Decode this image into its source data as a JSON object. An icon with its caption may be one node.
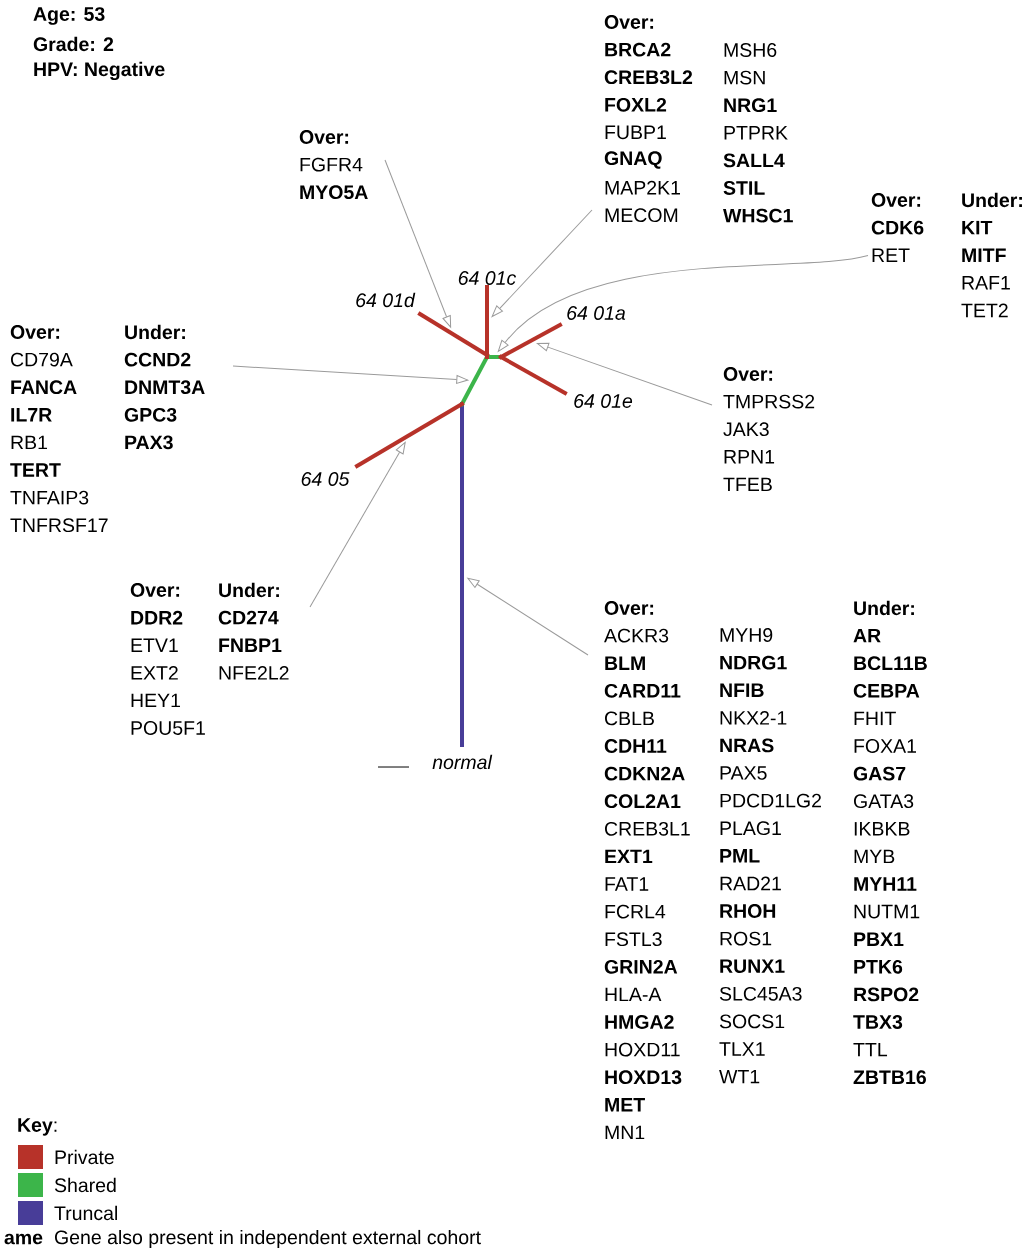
{
  "diagram": {
    "nodes": [
      {
        "text": [
          "Over:",
          "FGFR4",
          "**MYO5A**"
        ]
      },
      {
        "text": [
          "Over:",
          "**BRCA2**",
          "**CREB3L2**",
          "**FOXL2**",
          "FUBP1",
          "**GNAQ**",
          "MAP2K1",
          "MECOM",
          "MSH6",
          "MSN",
          "**NRG1**",
          "PTPRK",
          "**SALL4**",
          "**STIL**",
          "**WHSC1**"
        ]
      },
      {
        "text": [
          "Over:",
          "**CDK6**",
          "RET",
          "Under:",
          "**KIT**",
          "**MITF**",
          "RAF1",
          "TET2"
        ]
      },
      {
        "text": [
          "Over:",
          "CD79A",
          "**FANCA**",
          "**IL7R**",
          "RB1",
          "**TERT**",
          "TNFAIP3",
          "TNFRSF17",
          "Under:",
          "**CCND2**",
          "**DNMT3A**",
          "**GPC3**",
          "**PAX3**"
        ]
      },
      {
        "text": [
          "Over:",
          "TMPRSS2",
          "JAK3",
          "RPN1",
          "TFEB"
        ]
      },
      {
        "text": [
          "Over:",
          "**DDR2**",
          "ETV1",
          "EXT2",
          "HEY1",
          "POU5F1",
          "Under:",
          "**CD274**",
          "**FNBP1**",
          "NFE2L2"
        ]
      },
      {
        "text": [],
        "shape": "bar",
        "beside": [
          "normal"
        ]
      },
      {
        "text": [],
        "shape": "bar"
      },
      {
        "text": [],
        "shape": "bar"
      },
      {
        "text": [],
        "shape": "bar",
        "beside": [
          "64 01c"
        ]
      },
      {
        "text": [],
        "shape": "bar",
        "beside": [
          "64 01d"
        ]
      },
      {
        "text": [],
        "shape": "bar",
        "beside": [
          "64 01a"
        ]
      },
      {
        "text": [],
        "shape": "bar",
        "beside": [
          "64 01e"
        ]
      },
      {
        "text": [],
        "shape": "bar",
        "beside": [
          "64 05"
        ]
      },
      {
        "text": [
          "Over:",
          "ACKR3",
          "**BLM**",
          "**CARD11**",
          "CBLB",
          "**CDH11**",
          "**CDKN2A**",
          "**COL2A1**",
          "CREB3L1",
          "**EXT1**",
          "FAT1",
          "FCRL4",
          "FSTL3",
          "**GRIN2A**",
          "HLA-A",
          "**HMGA2**",
          "HOXD11",
          "**HOXD13**",
          "**MET**",
          "MN1",
          "MYH9",
          "**NDRG1**",
          "**NFIB**",
          "NKX2-1",
          "**NRAS**",
          "PAX5",
          "PDCD1LG2",
          "PLAG1",
          "**PML**",
          "RAD21",
          "**RHOH**",
          "ROS1",
          "**RUNX1**",
          "SLC45A3",
          "SOCS1",
          "TLX1",
          "WT1",
          "Under:",
          "**AR**",
          "**BCL11B**",
          "**CEBPA**",
          "FHIT",
          "FOXA1",
          "**GAS7**",
          "GATA3",
          "IKBKB",
          "MYB",
          "**MYH11**",
          "NUTM1",
          "**PBX1**",
          "**PTK6**",
          "**RSPO2**",
          "**TBX3**",
          "TTL",
          "**ZBTB16**"
        ]
      }
    ],
    "edges": [
      {
        "from": 0,
        "to": 10,
        "arrow": "to"
      },
      {
        "from": 1,
        "to": 9,
        "arrow": "to"
      },
      {
        "from": 2,
        "to": 8,
        "arrow": "to"
      },
      {
        "from": 3,
        "to": 7,
        "arrow": "to"
      },
      {
        "from": 4,
        "to": 11,
        "arrow": "to"
      },
      {
        "from": 5,
        "to": 13,
        "arrow": "to"
      },
      {
        "from": 14,
        "to": 6,
        "arrow": "to"
      }
    ],
    "labels": [
      "Age: 53",
      "Grade: 2",
      "HPV: Negative",
      "**Key**:",
      "ame",
      "Gene also present in independent external cohort"
    ],
    "legend": [
      {
        "text": "Private",
        "color": "#b73229"
      },
      {
        "text": "Shared",
        "color": "#3cb54a"
      },
      {
        "text": "Truncal",
        "color": "#483d98"
      }
    ]
  }
}
